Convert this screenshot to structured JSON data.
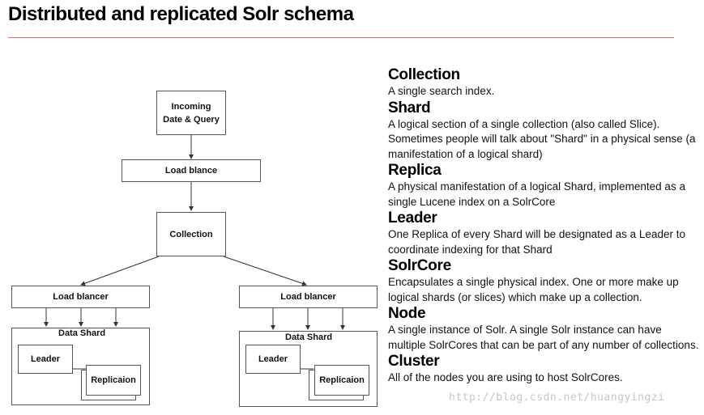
{
  "title": "Distributed and replicated Solr schema",
  "diagram": {
    "incoming": "Incoming\nDate & Query",
    "load_balance_top": "Load blance",
    "collection": "Collection",
    "left": {
      "load_balancer": "Load blancer",
      "data_shard": "Data Shard",
      "leader": "Leader",
      "replica": "Replicaion"
    },
    "right": {
      "load_balancer": "Load blancer",
      "data_shard": "Data Shard",
      "leader": "Leader",
      "replica": "Replicaion"
    }
  },
  "definitions": [
    {
      "term": "Collection",
      "text": "A single search index."
    },
    {
      "term": "Shard",
      "text": "A logical section of a single collection (also called Slice). Sometimes people will talk about \"Shard\" in a physical sense (a manifestation of a logical shard)"
    },
    {
      "term": "Replica",
      "text": "A physical manifestation of a logical Shard, implemented as a single Lucene index on a SolrCore"
    },
    {
      "term": "Leader",
      "text": "One Replica of every Shard will be designated as a Leader to coordinate indexing for that Shard"
    },
    {
      "term": "SolrCore",
      "text": "Encapsulates a single physical index. One or more make up logical shards (or slices) which make up a collection."
    },
    {
      "term": "Node",
      "text": "A single instance of Solr. A single Solr instance can have multiple SolrCores that can be part of any number of collections."
    },
    {
      "term": "Cluster",
      "text": "All of the nodes you are using to host SolrCores."
    }
  ],
  "watermark": "http://blog.csdn.net/huangyingzi"
}
